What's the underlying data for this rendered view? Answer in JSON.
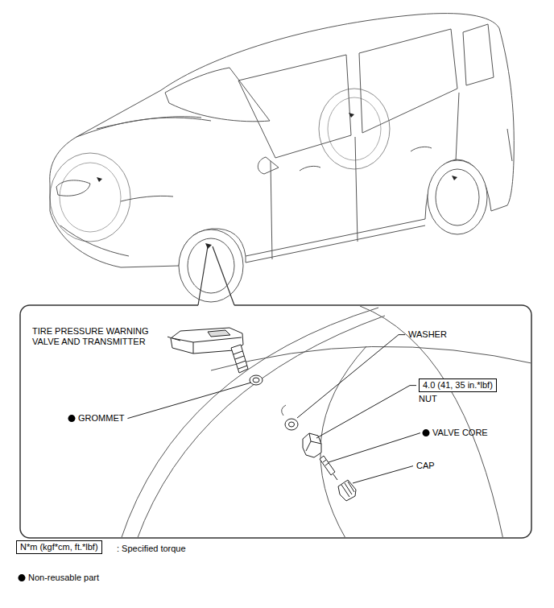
{
  "diagram": {
    "nodes": [
      {
        "text": [
          "4.0 (41, 35 in.*lbf)",
          "NUT"
        ]
      },
      {
        "text": [
          "N*m (kgf*cm, ft.*lbf)"
        ]
      }
    ],
    "labels": [
      "TIRE PRESSURE WARNING VALVE AND TRANSMITTER",
      "WASHER",
      "GROMMET",
      "VALVE CORE",
      "CAP"
    ],
    "legend": [
      {
        "text": ": Specified torque"
      },
      {
        "text": "Non-reusable part"
      }
    ]
  }
}
